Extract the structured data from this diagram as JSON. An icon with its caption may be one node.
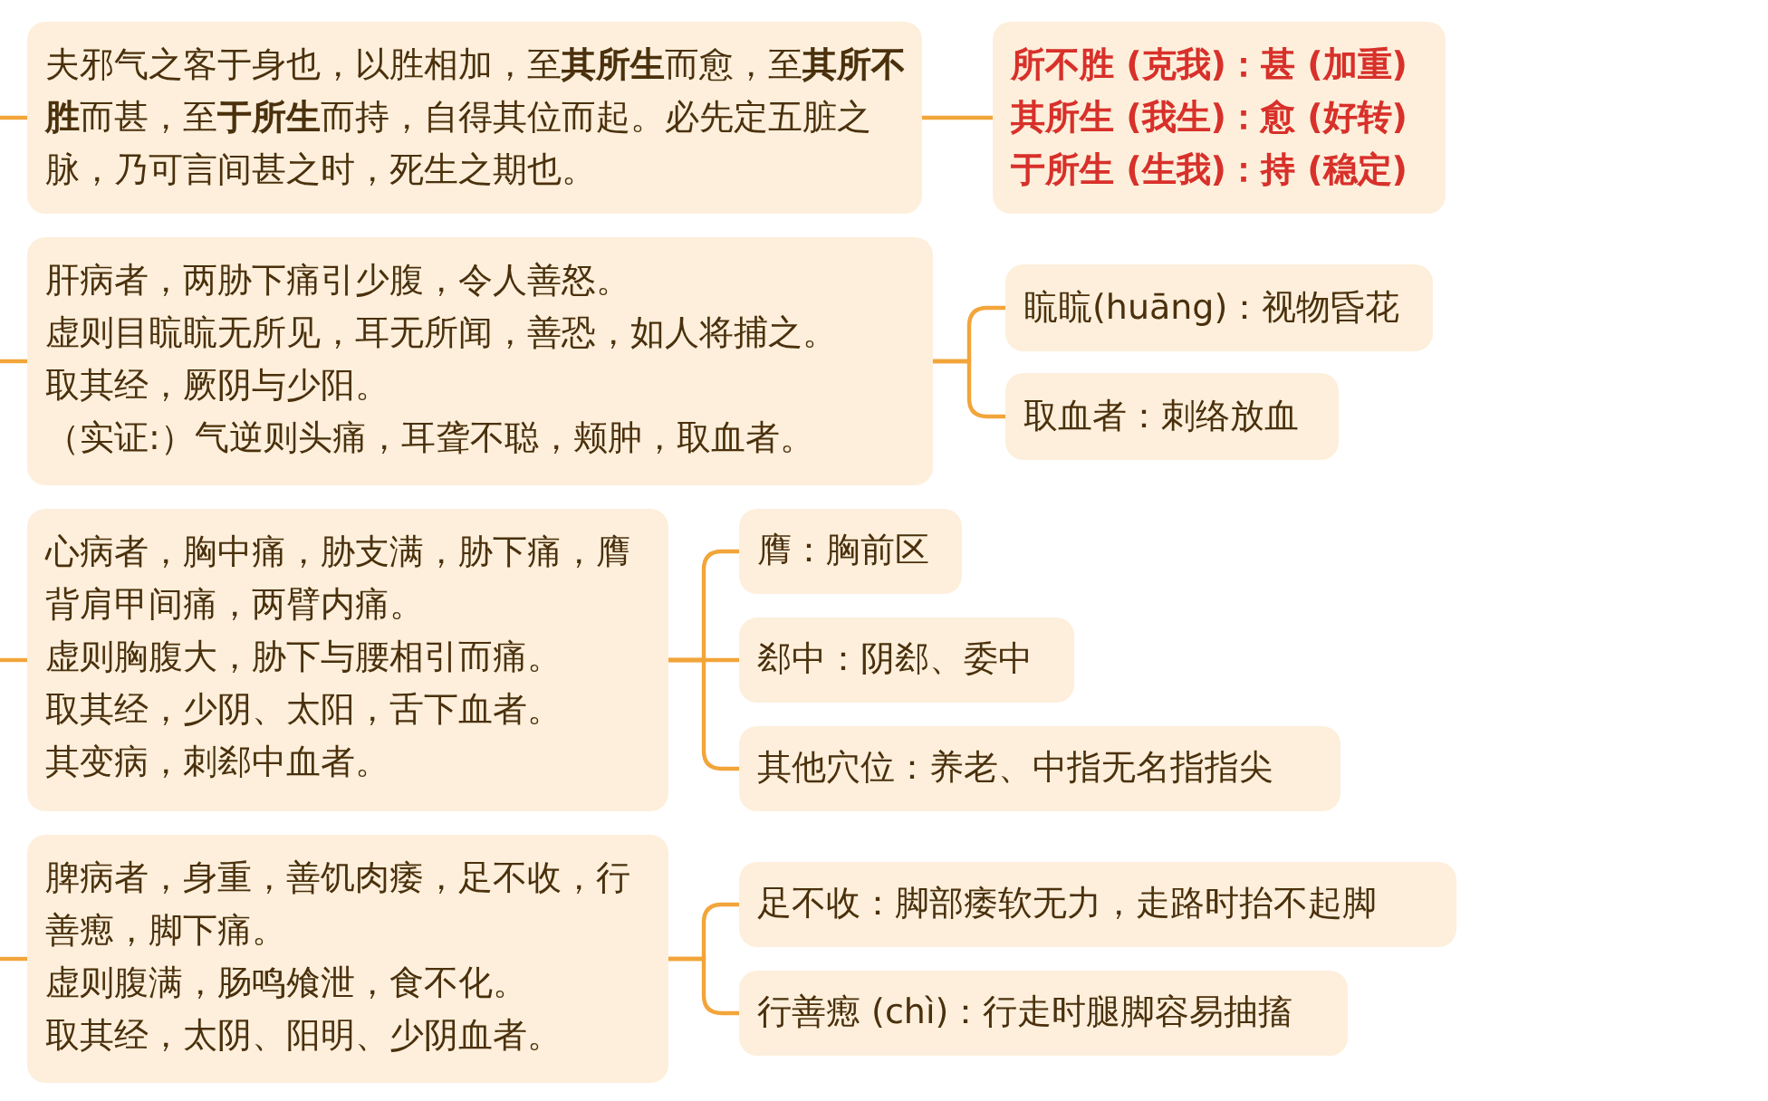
{
  "diagram": {
    "nodes": [
      {
        "text": [
          "夫邪气之客于身也，以胜相加，至**其所生**而愈，至**其所不胜**而甚，至**于所生**而持，自得其位而起。必先定五脏之脉，乃可言间甚之时，死生之期也。"
        ]
      },
      {
        "text": [
          "所不胜 (克我)：甚 (加重)",
          "其所生 (我生)：愈 (好转)",
          "于所生 (生我)：持 (稳定)"
        ]
      },
      {
        "text": [
          "肝病者，两胁下痛引少腹，令人善怒。",
          "虚则目䀮䀮无所见，耳无所闻，善恐，如人将捕之。",
          "取其经，厥阴与少阳。",
          "（实证:）气逆则头痛，耳聋不聪，颊肿，取血者。"
        ]
      },
      {
        "text": [
          "䀮䀮(huāng)：视物昏花"
        ]
      },
      {
        "text": [
          "取血者：刺络放血"
        ]
      },
      {
        "text": [
          "心病者，胸中痛，胁支满，胁下痛，膺背肩甲间痛，两臂内痛。",
          "虚则胸腹大，胁下与腰相引而痛。",
          "取其经，少阴、太阳，舌下血者。",
          "其变病，刺郄中血者。"
        ]
      },
      {
        "text": [
          "膺：胸前区"
        ]
      },
      {
        "text": [
          "郄中：阴郄、委中"
        ]
      },
      {
        "text": [
          "其他穴位：养老、中指无名指指尖"
        ]
      },
      {
        "text": [
          "脾病者，身重，善饥肉痿，足不收，行善瘛，脚下痛。",
          "虚则腹满，肠鸣飧泄，食不化。",
          "取其经，太阴、阳明、少阴血者。"
        ]
      },
      {
        "text": [
          "足不收：脚部痿软无力，走路时抬不起脚"
        ]
      },
      {
        "text": [
          "行善瘛 (chì)：行走时腿脚容易抽搐"
        ]
      }
    ],
    "edges": [
      {
        "from": null,
        "to": 0,
        "arrow": "none"
      },
      {
        "from": 0,
        "to": 1,
        "arrow": "none"
      },
      {
        "from": null,
        "to": 2,
        "arrow": "none"
      },
      {
        "from": 2,
        "to": 3,
        "arrow": "none"
      },
      {
        "from": 2,
        "to": 4,
        "arrow": "none"
      },
      {
        "from": null,
        "to": 5,
        "arrow": "none"
      },
      {
        "from": 5,
        "to": 6,
        "arrow": "none"
      },
      {
        "from": 5,
        "to": 7,
        "arrow": "none"
      },
      {
        "from": 5,
        "to": 8,
        "arrow": "none"
      },
      {
        "from": null,
        "to": 9,
        "arrow": "none"
      },
      {
        "from": 9,
        "to": 10,
        "arrow": "none"
      },
      {
        "from": 9,
        "to": 11,
        "arrow": "none"
      }
    ]
  }
}
